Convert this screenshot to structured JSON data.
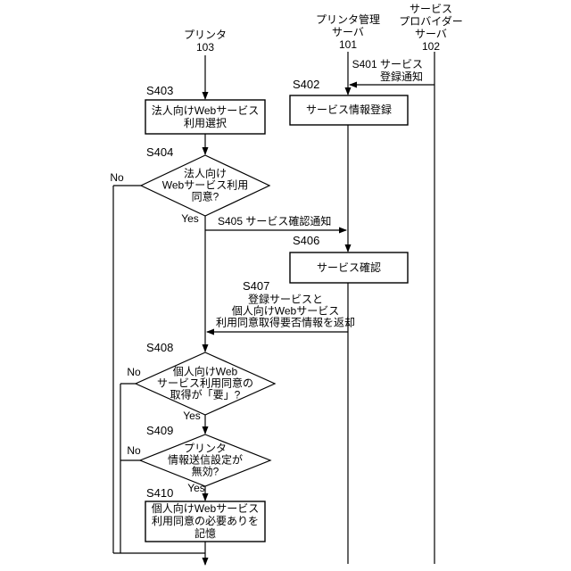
{
  "diagram": {
    "lifelines": {
      "printer": "プリンタ\n103",
      "mgmt_server": "プリンタ管理\nサーバ\n101",
      "provider_server": "サービス\nプロバイダー\nサーバ\n102"
    },
    "labels": {
      "yes": "Yes",
      "no": "No"
    },
    "steps": {
      "s401": {
        "label": "S401 サービス\n登録通知"
      },
      "s402": {
        "id": "S402",
        "text": "サービス情報登録"
      },
      "s403": {
        "id": "S403",
        "text": "法人向けWebサービス\n利用選択"
      },
      "s404": {
        "id": "S404",
        "text": "法人向け\nWebサービス利用\n同意?"
      },
      "s405": {
        "label": "S405 サービス確認通知"
      },
      "s406": {
        "id": "S406",
        "text": "サービス確認"
      },
      "s407": {
        "id": "S407",
        "text": "登録サービスと\n個人向けWebサービス\n利用同意取得要否情報を返却"
      },
      "s408": {
        "id": "S408",
        "text": "個人向けWeb\nサービス利用同意の\n取得が「要」?"
      },
      "s409": {
        "id": "S409",
        "text": "プリンタ\n情報送信設定が\n無効?"
      },
      "s410": {
        "id": "S410",
        "text": "個人向けWebサービス\n利用同意の必要ありを\n記憶"
      }
    }
  }
}
